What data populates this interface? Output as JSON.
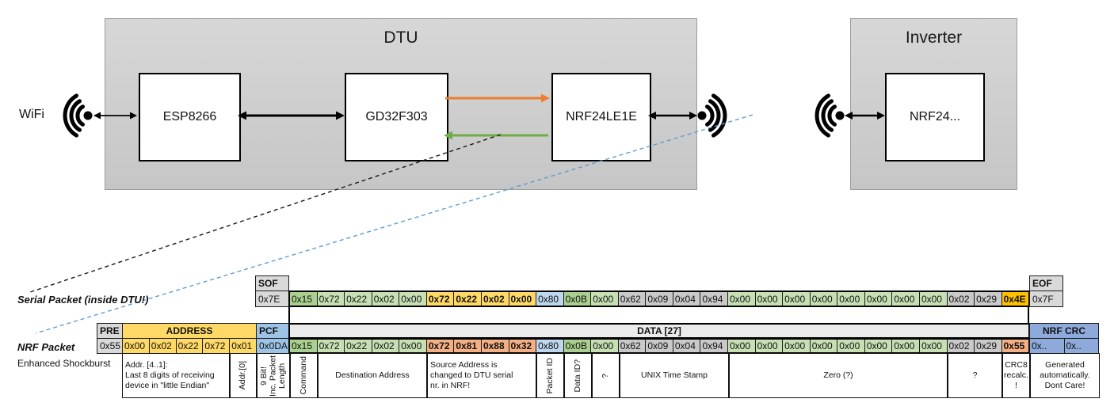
{
  "diagram": {
    "wifi_label": "WiFi",
    "dtu": {
      "title": "DTU",
      "components": [
        "ESP8266",
        "GD32F303",
        "NRF24LE1E"
      ]
    },
    "inverter": {
      "title": "Inverter",
      "components": [
        "NRF24..."
      ]
    },
    "colors": {
      "orange_arrow": "#ED7D31",
      "green_arrow": "#70AD47",
      "dashed_black": "#000000",
      "dashed_blue": "#5B9BD5"
    }
  },
  "serial_packet": {
    "label": "Serial Packet (inside DTU!)",
    "sof": {
      "header": "SOF",
      "value": "0x7E"
    },
    "eof": {
      "header": "EOF",
      "value": "0x7F"
    },
    "bytes": [
      {
        "v": "0x15",
        "c": "gd"
      },
      {
        "v": "0x72",
        "c": "g"
      },
      {
        "v": "0x22",
        "c": "g"
      },
      {
        "v": "0x02",
        "c": "g"
      },
      {
        "v": "0x00",
        "c": "g"
      },
      {
        "v": "0x72",
        "c": "y",
        "b": 1
      },
      {
        "v": "0x22",
        "c": "y",
        "b": 1
      },
      {
        "v": "0x02",
        "c": "y",
        "b": 1
      },
      {
        "v": "0x00",
        "c": "y",
        "b": 1
      },
      {
        "v": "0x80",
        "c": "bl"
      },
      {
        "v": "0x0B",
        "c": "gd"
      },
      {
        "v": "0x00",
        "c": "g"
      },
      {
        "v": "0x62",
        "c": "gr"
      },
      {
        "v": "0x09",
        "c": "gr"
      },
      {
        "v": "0x04",
        "c": "gr"
      },
      {
        "v": "0x94",
        "c": "gr"
      },
      {
        "v": "0x00",
        "c": "g"
      },
      {
        "v": "0x00",
        "c": "g"
      },
      {
        "v": "0x00",
        "c": "g"
      },
      {
        "v": "0x00",
        "c": "g"
      },
      {
        "v": "0x00",
        "c": "g"
      },
      {
        "v": "0x00",
        "c": "g"
      },
      {
        "v": "0x00",
        "c": "g"
      },
      {
        "v": "0x00",
        "c": "g"
      },
      {
        "v": "0x02",
        "c": "gr"
      },
      {
        "v": "0x29",
        "c": "gr"
      },
      {
        "v": "0x4E",
        "c": "am",
        "b": 1
      }
    ]
  },
  "nrf_packet": {
    "label": "NRF Packet",
    "sublabel": "Enhanced Shockburst",
    "pre": {
      "header": "PRE",
      "value": "0x55"
    },
    "address": {
      "header": "ADDRESS",
      "values": [
        "0x00",
        "0x02",
        "0x22",
        "0x72",
        "0x01"
      ]
    },
    "pcf": {
      "header": "PCF",
      "value": "0x0DA"
    },
    "data_header": "DATA [27]",
    "bytes": [
      {
        "v": "0x15",
        "c": "gd"
      },
      {
        "v": "0x72",
        "c": "g"
      },
      {
        "v": "0x22",
        "c": "g"
      },
      {
        "v": "0x02",
        "c": "g"
      },
      {
        "v": "0x00",
        "c": "g"
      },
      {
        "v": "0x72",
        "c": "sa",
        "b": 1
      },
      {
        "v": "0x81",
        "c": "sa",
        "b": 1
      },
      {
        "v": "0x88",
        "c": "sa",
        "b": 1
      },
      {
        "v": "0x32",
        "c": "sa",
        "b": 1
      },
      {
        "v": "0x80",
        "c": "bl"
      },
      {
        "v": "0x0B",
        "c": "gd"
      },
      {
        "v": "0x00",
        "c": "g"
      },
      {
        "v": "0x62",
        "c": "gr"
      },
      {
        "v": "0x09",
        "c": "gr"
      },
      {
        "v": "0x04",
        "c": "gr"
      },
      {
        "v": "0x94",
        "c": "gr"
      },
      {
        "v": "0x00",
        "c": "g"
      },
      {
        "v": "0x00",
        "c": "g"
      },
      {
        "v": "0x00",
        "c": "g"
      },
      {
        "v": "0x00",
        "c": "g"
      },
      {
        "v": "0x00",
        "c": "g"
      },
      {
        "v": "0x00",
        "c": "g"
      },
      {
        "v": "0x00",
        "c": "g"
      },
      {
        "v": "0x00",
        "c": "g"
      },
      {
        "v": "0x02",
        "c": "gr"
      },
      {
        "v": "0x29",
        "c": "gr"
      },
      {
        "v": "0x55",
        "c": "sa",
        "b": 1
      }
    ],
    "crc": {
      "header": "NRF CRC",
      "values": [
        "0x..",
        "0x.."
      ]
    },
    "annotations": [
      {
        "text": "Addr. [4..1]:\nLast 8 digits of receiving\ndevice in \"little Endian\"",
        "zone": "addr",
        "span": 4,
        "align": "left"
      },
      {
        "text": "Addr.[0]",
        "zone": "addr",
        "span": 1,
        "vertical": true
      },
      {
        "text": "9 Bit!\nInc. Packet\nLength",
        "zone": "pcf",
        "span": 1,
        "vertical": true
      },
      {
        "text": "Command",
        "zone": "data",
        "span": 1,
        "vertical": true
      },
      {
        "text": "Destination Address",
        "zone": "data",
        "span": 4
      },
      {
        "text": "Source Address is\nchanged to DTU serial\nnr. in NRF!",
        "zone": "data",
        "span": 4,
        "color": "salmon",
        "align": "left"
      },
      {
        "text": "Packet ID",
        "zone": "data",
        "span": 1,
        "vertical": true
      },
      {
        "text": "Data ID?",
        "zone": "data",
        "span": 1,
        "vertical": true
      },
      {
        "text": "?",
        "zone": "data",
        "span": 1,
        "vertical": true
      },
      {
        "text": "UNIX Time Stamp",
        "zone": "data",
        "span": 4
      },
      {
        "text": "Zero (?)",
        "zone": "data",
        "span": 8
      },
      {
        "text": "?",
        "zone": "data",
        "span": 2
      },
      {
        "text": "CRC8\nrecalc.\n!",
        "zone": "data",
        "span": 1,
        "color": "salmon"
      },
      {
        "text": "Generated\nautomatically.\nDont Care!",
        "zone": "crc",
        "span": 2
      }
    ]
  }
}
